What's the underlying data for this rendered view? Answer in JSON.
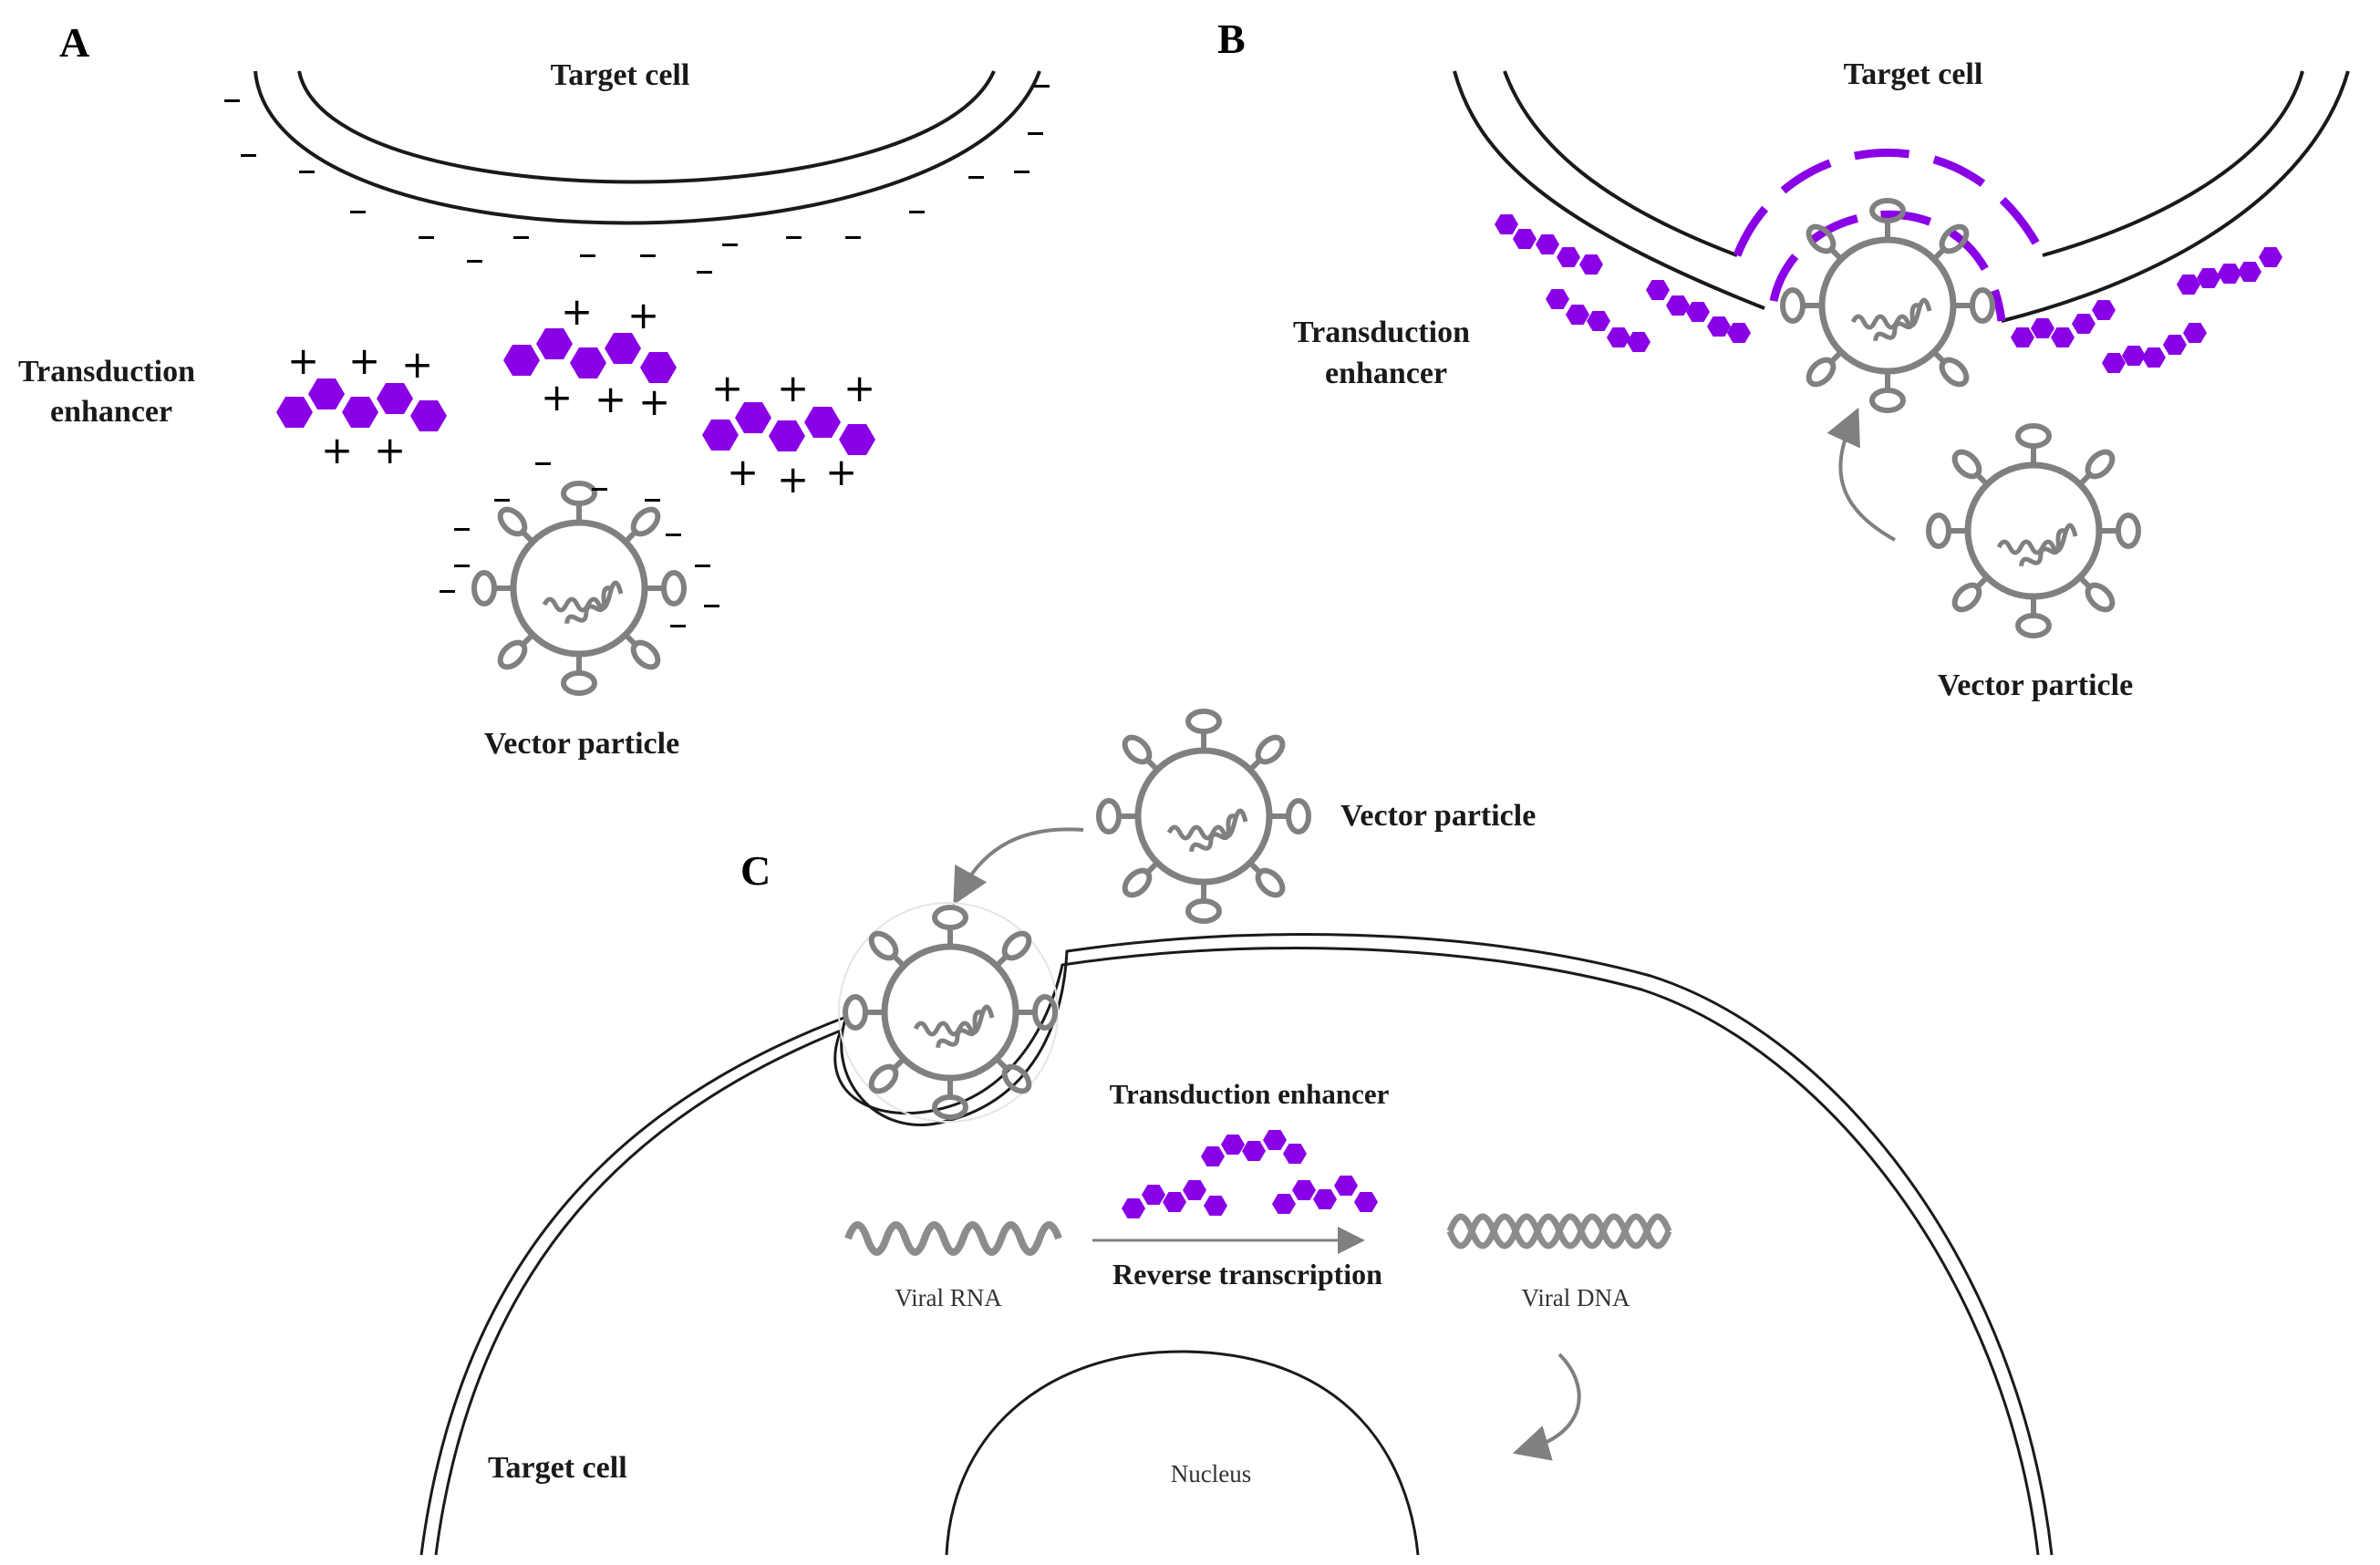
{
  "colors": {
    "enhancer": "#8a00e6",
    "virus": "#808080",
    "membrane": "#1a1a1a"
  },
  "panel_a": {
    "letter": "A",
    "target_cell": "Target cell",
    "enhancer_line1": "Transduction",
    "enhancer_line2": "enhancer",
    "vector": "Vector particle",
    "minus": "–",
    "plus": "+"
  },
  "panel_b": {
    "letter": "B",
    "target_cell": "Target cell",
    "enhancer_line1": "Transduction",
    "enhancer_line2": "enhancer",
    "vector": "Vector particle"
  },
  "panel_c": {
    "letter": "C",
    "vector": "Vector  particle",
    "enhancer": "Transduction enhancer",
    "viral_rna": "Viral RNA",
    "reverse_transcription": "Reverse transcription",
    "viral_dna": "Viral DNA",
    "nucleus": "Nucleus",
    "target_cell": "Target cell"
  }
}
